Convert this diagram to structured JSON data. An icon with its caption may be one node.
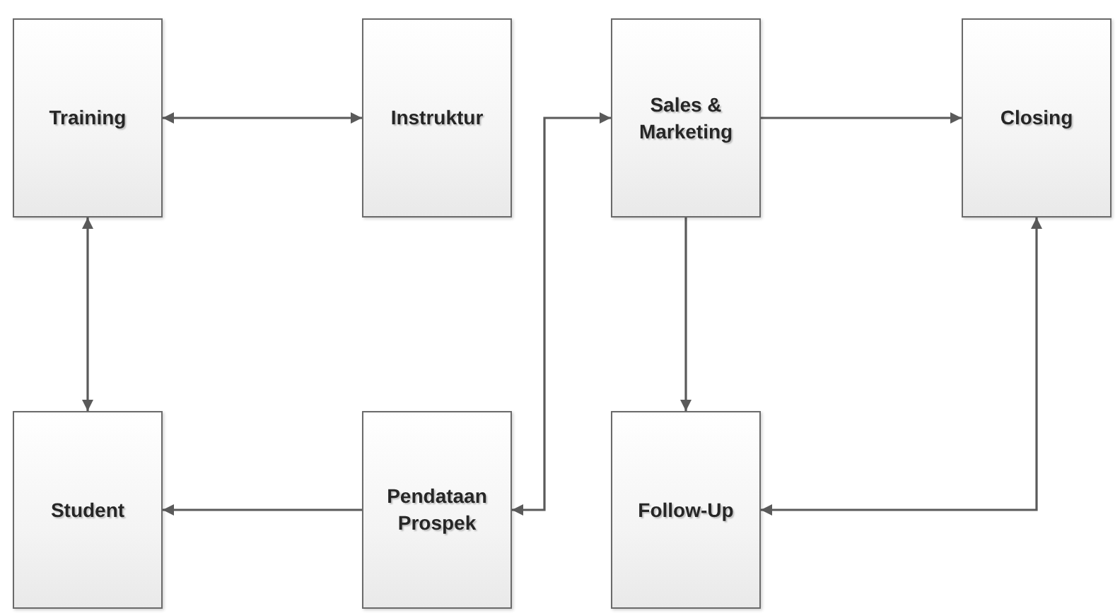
{
  "diagram": {
    "nodes": [
      {
        "text": [
          "Training"
        ]
      },
      {
        "text": [
          "Instruktur"
        ]
      },
      {
        "text": [
          "Sales & Marketing"
        ]
      },
      {
        "text": [
          "Closing"
        ]
      },
      {
        "text": [
          "Student"
        ]
      },
      {
        "text": [
          "Pendataan Prospek"
        ]
      },
      {
        "text": [
          "Follow-Up"
        ]
      }
    ],
    "edges": [
      {
        "from": 0,
        "to": 1,
        "arrow": "both"
      },
      {
        "from": 0,
        "to": 4,
        "arrow": "both"
      },
      {
        "from": 5,
        "to": 4,
        "arrow": "to"
      },
      {
        "from": 5,
        "to": 2,
        "arrow": "both"
      },
      {
        "from": 2,
        "to": 3,
        "arrow": "to"
      },
      {
        "from": 2,
        "to": 6,
        "arrow": "to"
      },
      {
        "from": 6,
        "to": 3,
        "arrow": "both"
      }
    ]
  }
}
